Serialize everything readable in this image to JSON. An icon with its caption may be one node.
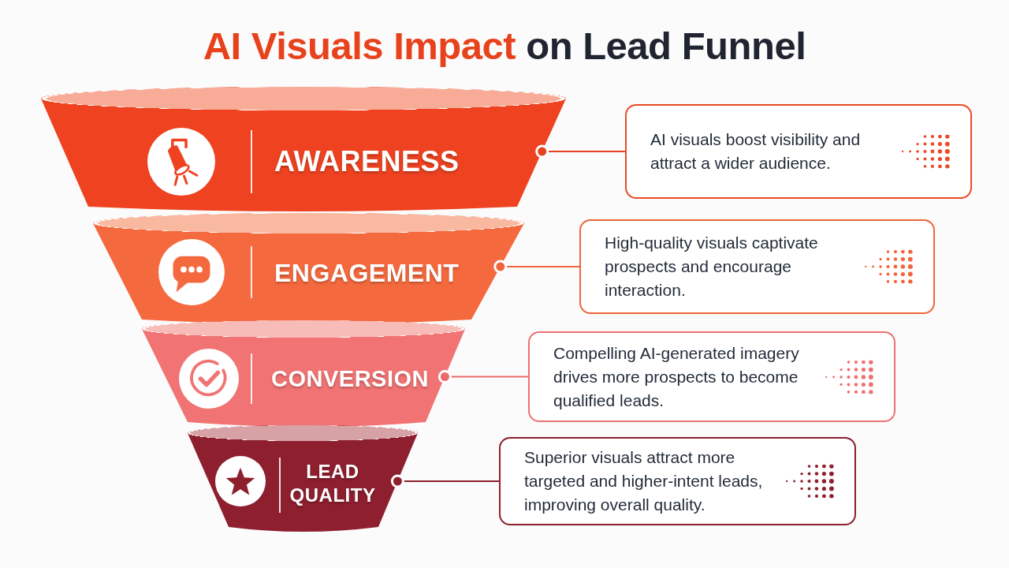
{
  "diagram": {
    "title": "**AI Visuals Impact** on Lead Funnel",
    "nodes": [
      {
        "text": [
          "AWARENESS"
        ]
      },
      {
        "text": [
          "ENGAGEMENT"
        ]
      },
      {
        "text": [
          "CONVERSION"
        ]
      },
      {
        "text": [
          "LEAD QUALITY"
        ]
      },
      {
        "text": [
          "AI visuals boost visibility and attract a wider audience."
        ]
      },
      {
        "text": [
          "High-quality visuals captivate prospects and encourage interaction."
        ]
      },
      {
        "text": [
          "Compelling AI-generated imagery drives more prospects to become qualified leads."
        ]
      },
      {
        "text": [
          "Superior visuals attract more targeted and higher-intent leads, improving overall quality."
        ]
      }
    ],
    "edges": [
      {
        "from": 0,
        "to": 4,
        "arrow": "other",
        "color": "#e8431f"
      },
      {
        "from": 1,
        "to": 5,
        "arrow": "other",
        "color": "#f0663c"
      },
      {
        "from": 2,
        "to": 6,
        "arrow": "other",
        "color": "#ec6a6a"
      },
      {
        "from": 3,
        "to": 7,
        "arrow": "other",
        "color": "#8e1f2e"
      }
    ]
  }
}
